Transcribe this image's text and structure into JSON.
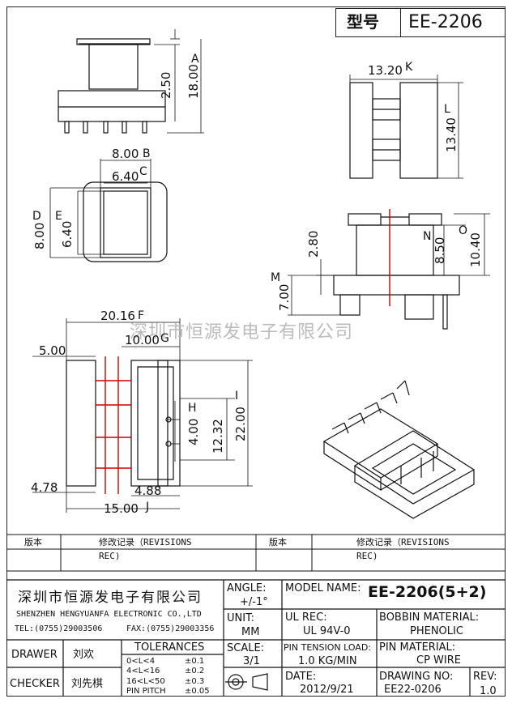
{
  "header": {
    "model_label": "型号",
    "model_value": "EE-2206"
  },
  "watermark": "深圳市恒源发电子有限公司",
  "dims": {
    "A_val": "18.00",
    "A_tag": "A",
    "top_small": "2.50",
    "B_val": "8.00",
    "B_tag": "B",
    "C_val": "6.40",
    "C_tag": "C",
    "D_val": "8.00",
    "D_tag": "D",
    "E_val": "6.40",
    "E_tag": "E",
    "K_val": "13.20",
    "K_tag": "K",
    "L_val": "13.40",
    "L_tag": "L",
    "side_small": "2.80",
    "N_val": "8.50",
    "N_tag": "N",
    "O_val": "10.40",
    "O_tag": "O",
    "M_val": "7.00",
    "M_tag": "M",
    "F_val": "20.16",
    "F_tag": "F",
    "G_val": "10.00",
    "G_tag": "G",
    "left_small": "5.00",
    "H_val": "4.00",
    "H_tag": "H",
    "mid_val": "12.32",
    "I_val": "22.00",
    "I_tag": "I",
    "bot_left": "4.78",
    "bot_mid": "4.88",
    "J_val": "15.00",
    "J_tag": "J"
  },
  "revisions": {
    "version_label": "版本",
    "record_label": "修改记录（REVISIONS",
    "record_rec": "REC)"
  },
  "company": {
    "name_cn": "深圳市恒源发电子有限公司",
    "name_en": "SHENZHEN HENGYUANFA ELECTRONIC CO.,LTD",
    "tel": "TEL:(0755)29003506",
    "fax": "FAX:(0755)29003356"
  },
  "title_block": {
    "angle_label": "ANGLE:",
    "angle_value": "+/-1°",
    "unit_label": "UNIT:",
    "unit_value": "MM",
    "scale_label": "SCALE:",
    "scale_value": "3/1",
    "model_name_label": "MODEL NAME:",
    "model_name_value": "EE-2206(5+2)",
    "ul_label": "UL REC:",
    "ul_value": "UL 94V-0",
    "bobbin_label": "BOBBIN MATERIAL:",
    "bobbin_value": "PHENOLIC",
    "pin_tension_label": "PIN TENSION LOAD:",
    "pin_tension_value": "1.0 KG/MIN",
    "pin_material_label": "PIN MATERIAL:",
    "pin_material_value": "CP WIRE",
    "date_label": "DATE:",
    "date_value": "2012/9/21",
    "drawing_label": "DRAWING NO:",
    "drawing_value": "EE22-0206",
    "rev_label": "REV:",
    "rev_value": "1.0",
    "drawer_label": "DRAWER",
    "drawer_value": "刘欢",
    "checker_label": "CHECKER",
    "checker_value": "刘先棋",
    "tolerances_label": "TOLERANCES",
    "tolerances": [
      {
        "range": "0<L<4",
        "value": "±0.1"
      },
      {
        "range": "4<L<16",
        "value": "±0.2"
      },
      {
        "range": "16<L<50",
        "value": "±0.3"
      },
      {
        "range": "PIN PITCH",
        "value": "±0.05"
      }
    ]
  }
}
